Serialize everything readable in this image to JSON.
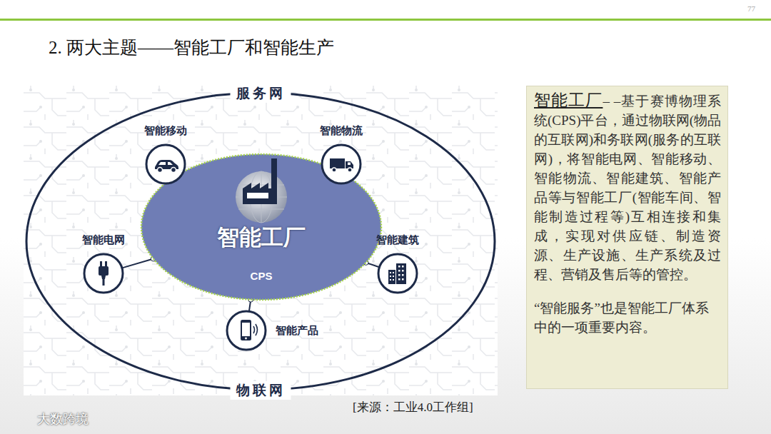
{
  "diagram": {
    "title": "2. 两大主题——智能工厂和智能生产",
    "caption": "[来源：工业4.0工作组]",
    "nodes": [
      {
        "text": [
          "服务网",
          "物联网"
        ]
      },
      {
        "text": [
          "智能工厂",
          "CPS"
        ],
        "in": 0
      },
      {
        "text": [
          "智能移动"
        ],
        "in": 0
      },
      {
        "text": [
          "智能物流"
        ],
        "in": 0
      },
      {
        "text": [
          "智能电网"
        ],
        "in": 0
      },
      {
        "text": [
          "智能建筑"
        ],
        "in": 0
      },
      {
        "text": [
          "智能产品"
        ],
        "in": 0
      },
      {
        "text": [
          "智能工厂",
          "– –基于赛博物理系统(CPS)平台，通过物联网(物品的互联网)和务联网(服务的互联网)，将智能电网、智能移动、智能物流、智能建筑、智能产品等与智能工厂(智能车间、智能制造过程等)互相连接和集成，实现对供应链、制造资源、生产设施、生产系统及过程、营销及售后等的管控。",
          "“智能服务”也是智能工厂体系中的一项重要内容。"
        ]
      }
    ],
    "edges": [
      {
        "from": 2,
        "to": 1,
        "arrow": "none"
      },
      {
        "from": 3,
        "to": 1,
        "arrow": "none"
      },
      {
        "from": 4,
        "to": 1,
        "arrow": "none"
      },
      {
        "from": 5,
        "to": 1,
        "arrow": "none"
      },
      {
        "from": 6,
        "to": 1,
        "arrow": "none"
      }
    ],
    "labels": [
      "77",
      "大数跨境"
    ]
  }
}
